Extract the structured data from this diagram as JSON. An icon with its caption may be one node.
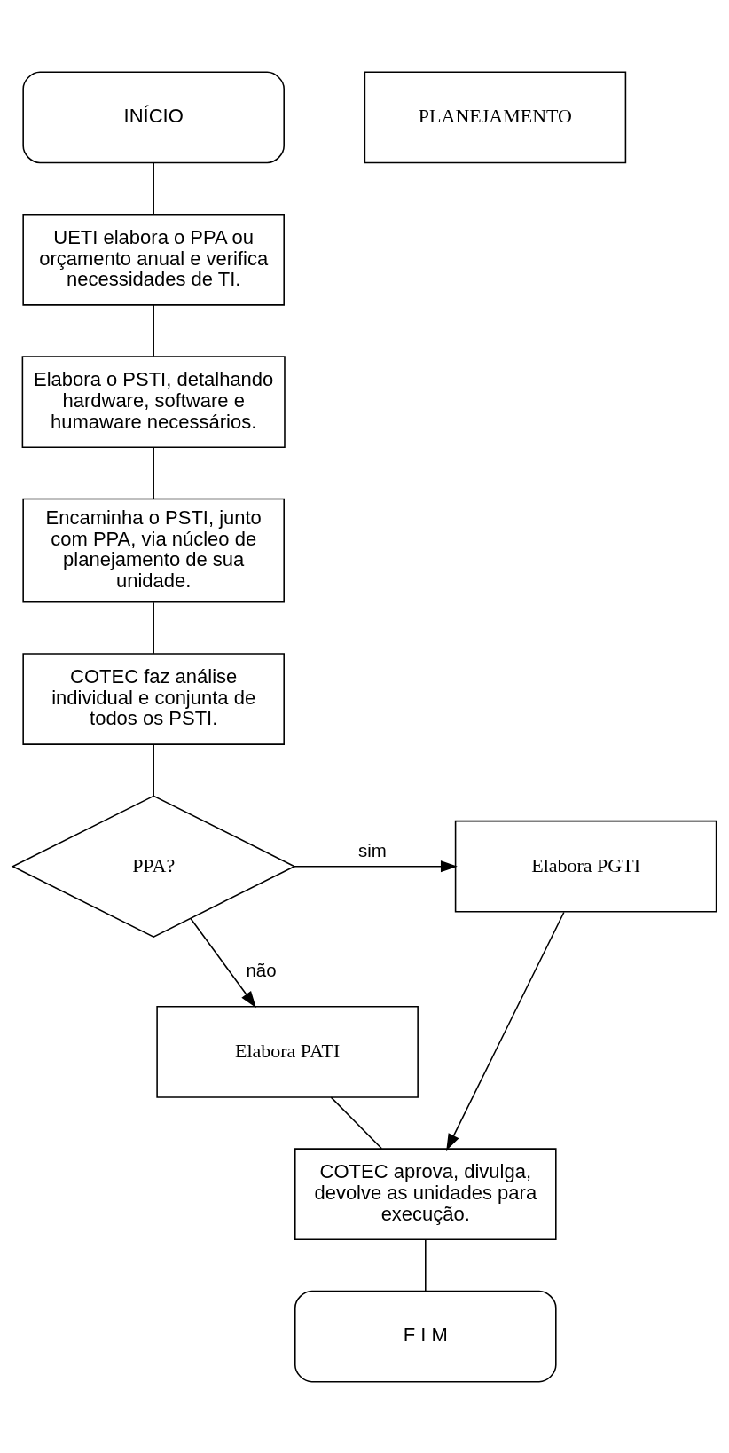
{
  "diagram": {
    "nodes": [
      {
        "text": [
          "INÍCIO"
        ]
      },
      {
        "text": [
          "PLANEJAMENTO"
        ]
      },
      {
        "text": [
          "UETI elabora o PPA ou orçamento anual e verifica necessidades de TI."
        ]
      },
      {
        "text": [
          "Elabora o PSTI, detalhando hardware, software e humaware necessários."
        ]
      },
      {
        "text": [
          "Encaminha o PSTI, junto com PPA, via núcleo de planejamento de sua unidade."
        ]
      },
      {
        "text": [
          "COTEC faz análise individual e conjunta de todos os PSTI."
        ]
      },
      {
        "text": [
          "PPA?"
        ]
      },
      {
        "text": [
          "Elabora PGTI"
        ]
      },
      {
        "text": [
          "Elabora PATI"
        ]
      },
      {
        "text": [
          "COTEC aprova, divulga, devolve as unidades para execução."
        ]
      },
      {
        "text": [
          "F I M"
        ]
      }
    ],
    "edges": [
      {
        "from": 0,
        "to": 2,
        "arrow": "none"
      },
      {
        "from": 2,
        "to": 3,
        "arrow": "none"
      },
      {
        "from": 3,
        "to": 4,
        "arrow": "none"
      },
      {
        "from": 4,
        "to": 5,
        "arrow": "none"
      },
      {
        "from": 5,
        "to": 6,
        "arrow": "none"
      },
      {
        "from": 6,
        "to": 7,
        "arrow": "to",
        "label": "sim"
      },
      {
        "from": 6,
        "to": 8,
        "arrow": "to",
        "label": "não"
      },
      {
        "from": 7,
        "to": 9,
        "arrow": "to"
      },
      {
        "from": 8,
        "to": 9,
        "arrow": "none"
      },
      {
        "from": 9,
        "to": 10,
        "arrow": "none"
      }
    ]
  }
}
